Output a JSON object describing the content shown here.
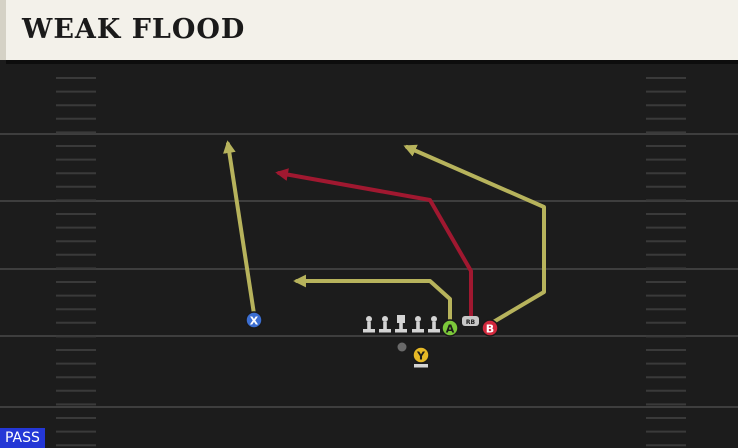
{
  "play": {
    "title": "WEAK FLOOD",
    "type_badge": "PASS"
  },
  "players": [
    {
      "id": "X",
      "label": "X",
      "color": "#3b6ed1"
    },
    {
      "id": "A",
      "label": "A",
      "color": "#7cc83a"
    },
    {
      "id": "B",
      "label": "B",
      "color": "#d1283c"
    },
    {
      "id": "Y",
      "label": "Y",
      "color": "#e5b826"
    },
    {
      "id": "RB",
      "label": "RB",
      "color": "#888888"
    }
  ],
  "colors": {
    "route_yellow": "#b7b35c",
    "route_red": "#a01830",
    "field": "#1c1c1c",
    "yard_line": "#3e3e3e",
    "lineman": "#d4d4d4"
  }
}
